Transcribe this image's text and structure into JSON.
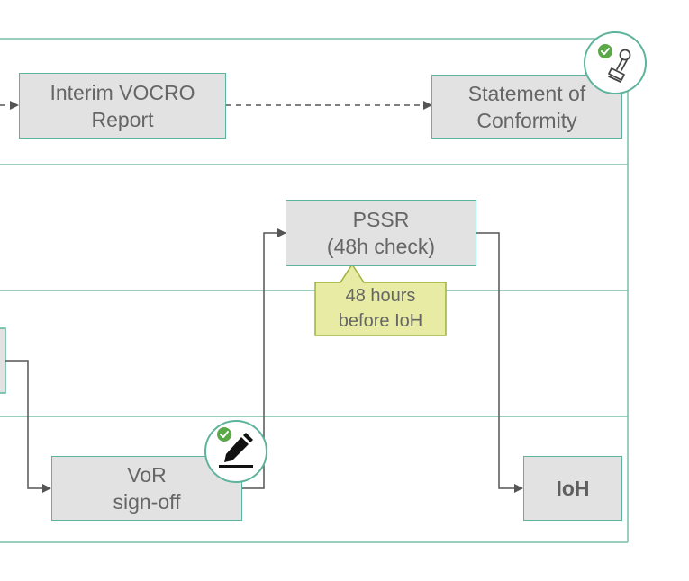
{
  "nodes": {
    "interim": {
      "line1": "Interim VOCRO",
      "line2": "Report"
    },
    "statement": {
      "line1": "Statement of",
      "line2": "Conformity"
    },
    "pssr": {
      "line1": "PSSR",
      "line2": "(48h check)"
    },
    "vor": {
      "line1": "VoR",
      "line2": "sign-off"
    },
    "ioh": {
      "label": "IoH"
    }
  },
  "callout": {
    "line1": "48 hours",
    "line2": "before IoH"
  },
  "icons": {
    "stamp": "approval-stamp-icon",
    "signature": "pen-signature-icon",
    "check": "green-check-icon"
  },
  "colors": {
    "lane_border": "#79bfa9",
    "node_fill": "#e2e2e2",
    "node_border": "#5db39b",
    "connector": "#555555",
    "callout_fill": "#e7eba4",
    "callout_border": "#9fb23a",
    "check_green": "#5aa847"
  }
}
